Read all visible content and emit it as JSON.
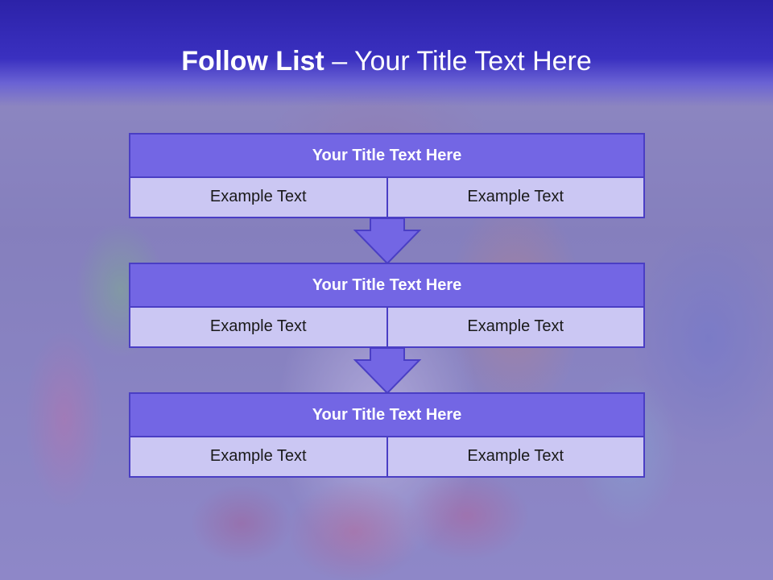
{
  "slide": {
    "title_bold": "Follow List",
    "title_rest": " – Your Title Text Here"
  },
  "blocks": [
    {
      "title": "Your Title Text Here",
      "left_text": "Example Text",
      "right_text": "Example Text"
    },
    {
      "title": "Your Title Text Here",
      "left_text": "Example Text",
      "right_text": "Example Text"
    },
    {
      "title": "Your Title Text Here",
      "left_text": "Example Text",
      "right_text": "Example Text"
    }
  ],
  "colors": {
    "title_band": "#2c22a8",
    "block_title_fill": "#7366e4",
    "block_cell_fill": "#cbc7f3",
    "border": "#4a3ec4"
  },
  "icons": [
    "down-arrow-icon",
    "down-arrow-icon"
  ]
}
